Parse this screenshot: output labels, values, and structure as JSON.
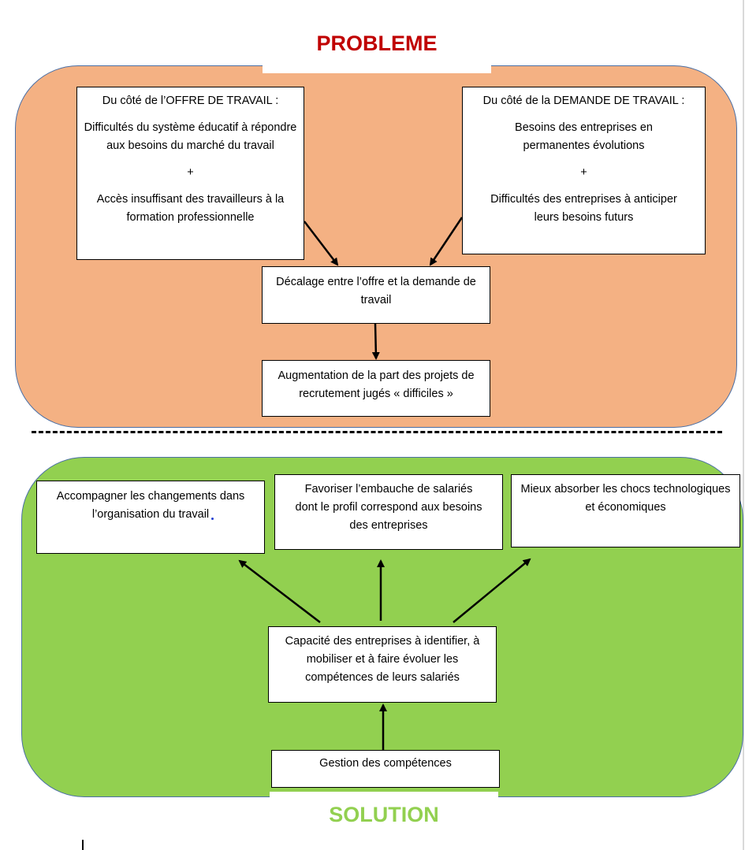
{
  "problem": {
    "title": "PROBLEME",
    "title_color": "#c00000",
    "panel_color": "#f4b183",
    "offre_box": {
      "header": "Du côté de l’OFFRE DE TRAVAIL :",
      "line1": "Difficultés du système éducatif à répondre aux besoins du marché du travail",
      "plus": "+",
      "line2": "Accès insuffisant des travailleurs à la formation professionnelle"
    },
    "demande_box": {
      "header": "Du côté de la DEMANDE DE TRAVAIL :",
      "line1": "Besoins des entreprises en permanentes évolutions",
      "plus": "+",
      "line2": "Difficultés des entreprises à anticiper leurs besoins futurs"
    },
    "decalage_box": "Décalage entre l’offre et la demande de travail",
    "augmentation_box": "Augmentation de la part des projets de recrutement jugés « difficiles »"
  },
  "solution": {
    "title": "SOLUTION",
    "title_color": "#92d050",
    "panel_color": "#92d050",
    "outcome_left": "Accompagner les changements dans l’organisation du travail",
    "outcome_middle": "Favoriser l’embauche de salariés dont le profil correspond aux besoins des entreprises",
    "outcome_right": "Mieux absorber les chocs technologiques et économiques",
    "capacity_box": "Capacité des entreprises à identifier, à mobiliser et à faire évoluer les compétences de leurs salariés",
    "gestion_box": "Gestion des compétences"
  }
}
